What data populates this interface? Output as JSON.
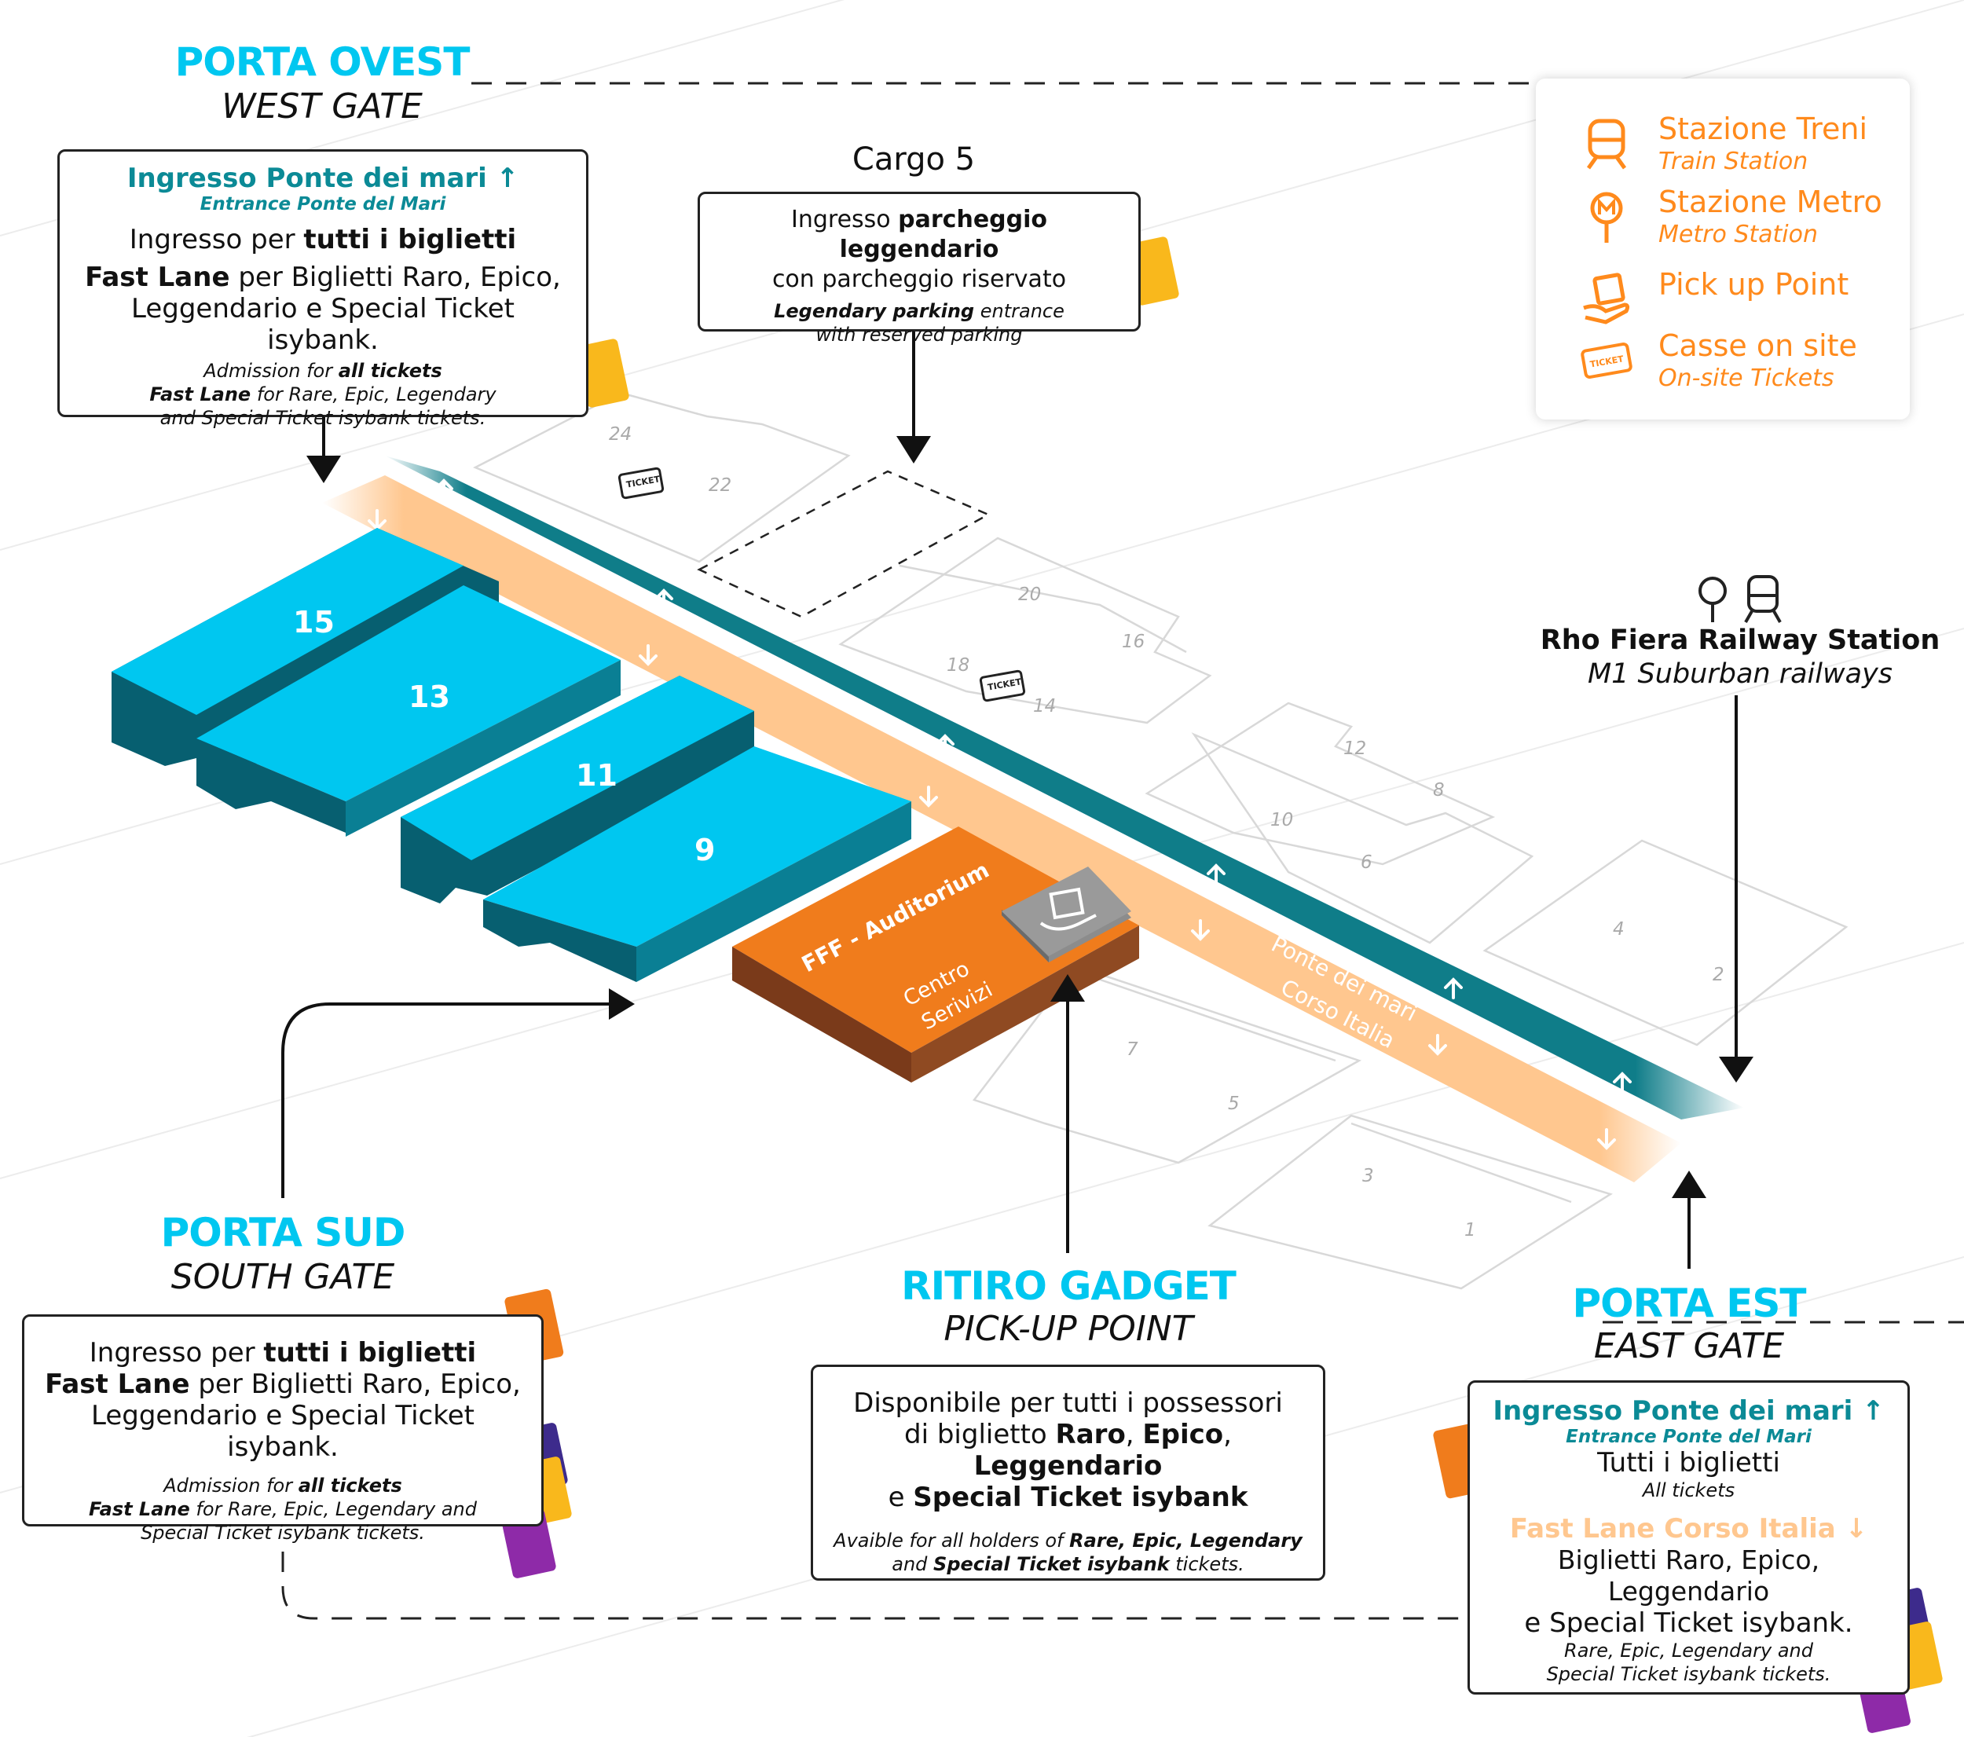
{
  "west_gate": {
    "title": "PORTA OVEST",
    "subtitle": "WEST GATE",
    "entrance_title": "Ingresso Ponte dei mari",
    "entrance_sub": "Entrance Ponte del Mari",
    "line1_pre": "Ingresso per ",
    "line1_bold": "tutti i biglietti",
    "line2_bold": "Fast Lane",
    "line2_rest": " per Biglietti Raro, Epico,",
    "line3": "Leggendario e Special Ticket isybank.",
    "en1_pre": "Admission for ",
    "en1_bold": "all tickets",
    "en2_bold": "Fast Lane",
    "en2_rest": " for Rare, Epic, Legendary",
    "en3": "and Special Ticket isybank tickets."
  },
  "cargo": {
    "title": "Cargo 5",
    "line1_pre": "Ingresso ",
    "line1_bold": "parcheggio leggendario",
    "line2": "con parcheggio riservato",
    "en1_bold": "Legendary parking",
    "en1_rest": " entrance",
    "en2": "with reserved parking"
  },
  "legend": {
    "items": [
      {
        "icon": "train-icon",
        "label": "Stazione Treni",
        "sub": "Train Station"
      },
      {
        "icon": "metro-pin-icon",
        "label": "Stazione Metro",
        "sub": "Metro Station"
      },
      {
        "icon": "pickup-hand-icon",
        "label": "Pick up Point",
        "sub": ""
      },
      {
        "icon": "ticket-icon",
        "label": "Casse on site",
        "sub": "On-site Tickets"
      }
    ],
    "color": "#ff8a1c"
  },
  "station": {
    "title": "Rho Fiera Railway Station",
    "subtitle": "M1 Suburban railways"
  },
  "halls": {
    "highlighted": [
      "15",
      "13",
      "11",
      "9"
    ],
    "outline": [
      "24",
      "22",
      "20",
      "16",
      "18",
      "14",
      "12",
      "8",
      "10",
      "6",
      "4",
      "2",
      "7",
      "5",
      "3",
      "1"
    ]
  },
  "auditorium": {
    "title": "FFF - Auditorium",
    "sub1": "Centro",
    "sub2": "Serivizi"
  },
  "roads": {
    "teal": "Ponte dei mari",
    "orange": "Corso Italia"
  },
  "ticket_icon_text": "TICKET",
  "south_gate": {
    "title": "PORTA SUD",
    "subtitle": "SOUTH GATE",
    "line1_pre": "Ingresso per ",
    "line1_bold": "tutti i biglietti",
    "line2_bold": "Fast Lane",
    "line2_rest": " per Biglietti Raro, Epico,",
    "line3": "Leggendario e Special Ticket isybank.",
    "en1_pre": "Admission for ",
    "en1_bold": "all tickets",
    "en2_bold": "Fast Lane",
    "en2_rest": " for Rare, Epic, Legendary and",
    "en3": "Special Ticket isybank tickets."
  },
  "pickup": {
    "title": "RITIRO GADGET",
    "subtitle": "PICK-UP POINT",
    "line1": "Disponibile per tutti i possessori",
    "line2_pre": "di biglietto ",
    "line2_b1": "Raro",
    "line2_b2": "Epico",
    "line2_b3": "Leggendario",
    "line3_pre": "e ",
    "line3_bold": "Special Ticket isybank",
    "en1_pre": "Avaible for all holders of ",
    "en1_bold": "Rare, Epic, Legendary",
    "en2_pre": "and ",
    "en2_bold": "Special Ticket isybank",
    "en2_rest": " tickets."
  },
  "east_gate": {
    "title": "PORTA EST",
    "subtitle": "EAST GATE",
    "entrance_title": "Ingresso Ponte dei mari",
    "entrance_sub": "Entrance Ponte del Mari",
    "line1": "Tutti i biglietti",
    "line1_en": "All tickets",
    "fast_title": "Fast Lane Corso Italia",
    "line2": "Biglietti Raro, Epico, Leggendario",
    "line3": "e Special Ticket isybank.",
    "en1": "Rare, Epic, Legendary and",
    "en2": "Special Ticket isybank tickets."
  },
  "colors": {
    "cyan": "#00c7f0",
    "teal": "#0f7d89",
    "peach": "#ffc78f",
    "orange": "#f07c1c",
    "brown": "#7a3a1a"
  }
}
